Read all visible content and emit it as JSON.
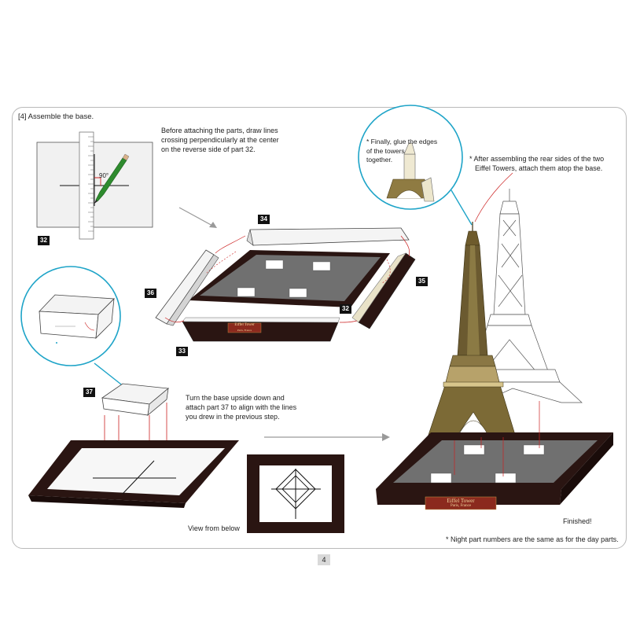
{
  "page": {
    "step_title": "[4] Assemble the base.",
    "page_number": "4"
  },
  "instructions": {
    "draw_lines": [
      "Before attaching the parts, draw lines",
      "crossing perpendicularly at the center",
      "on the reverse side of part 32."
    ],
    "angle_label": "90°",
    "glue_towers": [
      "* Finally, glue the edges",
      "of the towers",
      "together."
    ],
    "attach_towers": [
      "* After assembling the rear sides of the two",
      "Eiffel Towers, attach them atop the base."
    ],
    "turn_base": [
      "Turn the base upside down and",
      "attach part 37 to align with the lines",
      "you drew in the previous step."
    ],
    "view_from_below": "View from below",
    "finished": "Finished!",
    "night_note": "* Night part numbers are the same as for the day parts."
  },
  "part_labels": {
    "p32_sheet": "32",
    "p34": "34",
    "p36": "36",
    "p35": "35",
    "p32_tray": "32",
    "p33": "33",
    "p37": "37"
  },
  "plaque": {
    "title": "Eiffel Tower",
    "subtitle": "Paris, France"
  },
  "colors": {
    "frame_dark": "#2a1512",
    "tray_gray": "#6f6f6f",
    "tower_bronze": "#7b6a3a",
    "accent_line": "#cc2222",
    "callout_cyan": "#1ea4c8",
    "plaque_red": "#8b2a1e"
  }
}
